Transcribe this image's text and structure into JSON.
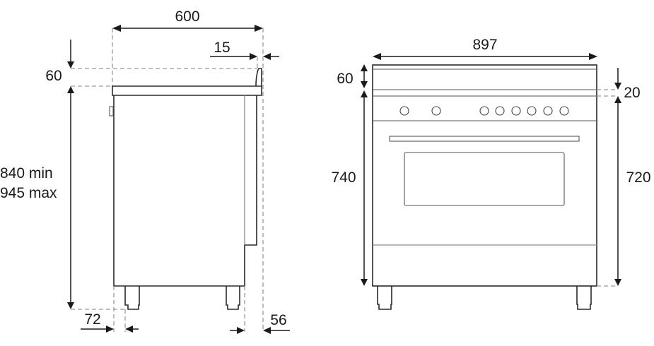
{
  "side_view": {
    "width_label": "600",
    "overhang_label": "15",
    "backguard_label": "60",
    "height_min_label": "840 min",
    "height_max_label": "945 max",
    "front_foot_offset_label": "72",
    "rear_foot_offset_label": "56"
  },
  "front_view": {
    "width_label": "897",
    "backguard_label": "60",
    "gap_label": "20",
    "total_body_label": "740",
    "body_height_label": "720",
    "knob_count": 8
  },
  "colors": {
    "line": "#2a2a2a",
    "dimension": "#1a1a1a",
    "dashed": "#9a9a9a",
    "background": "#ffffff"
  }
}
